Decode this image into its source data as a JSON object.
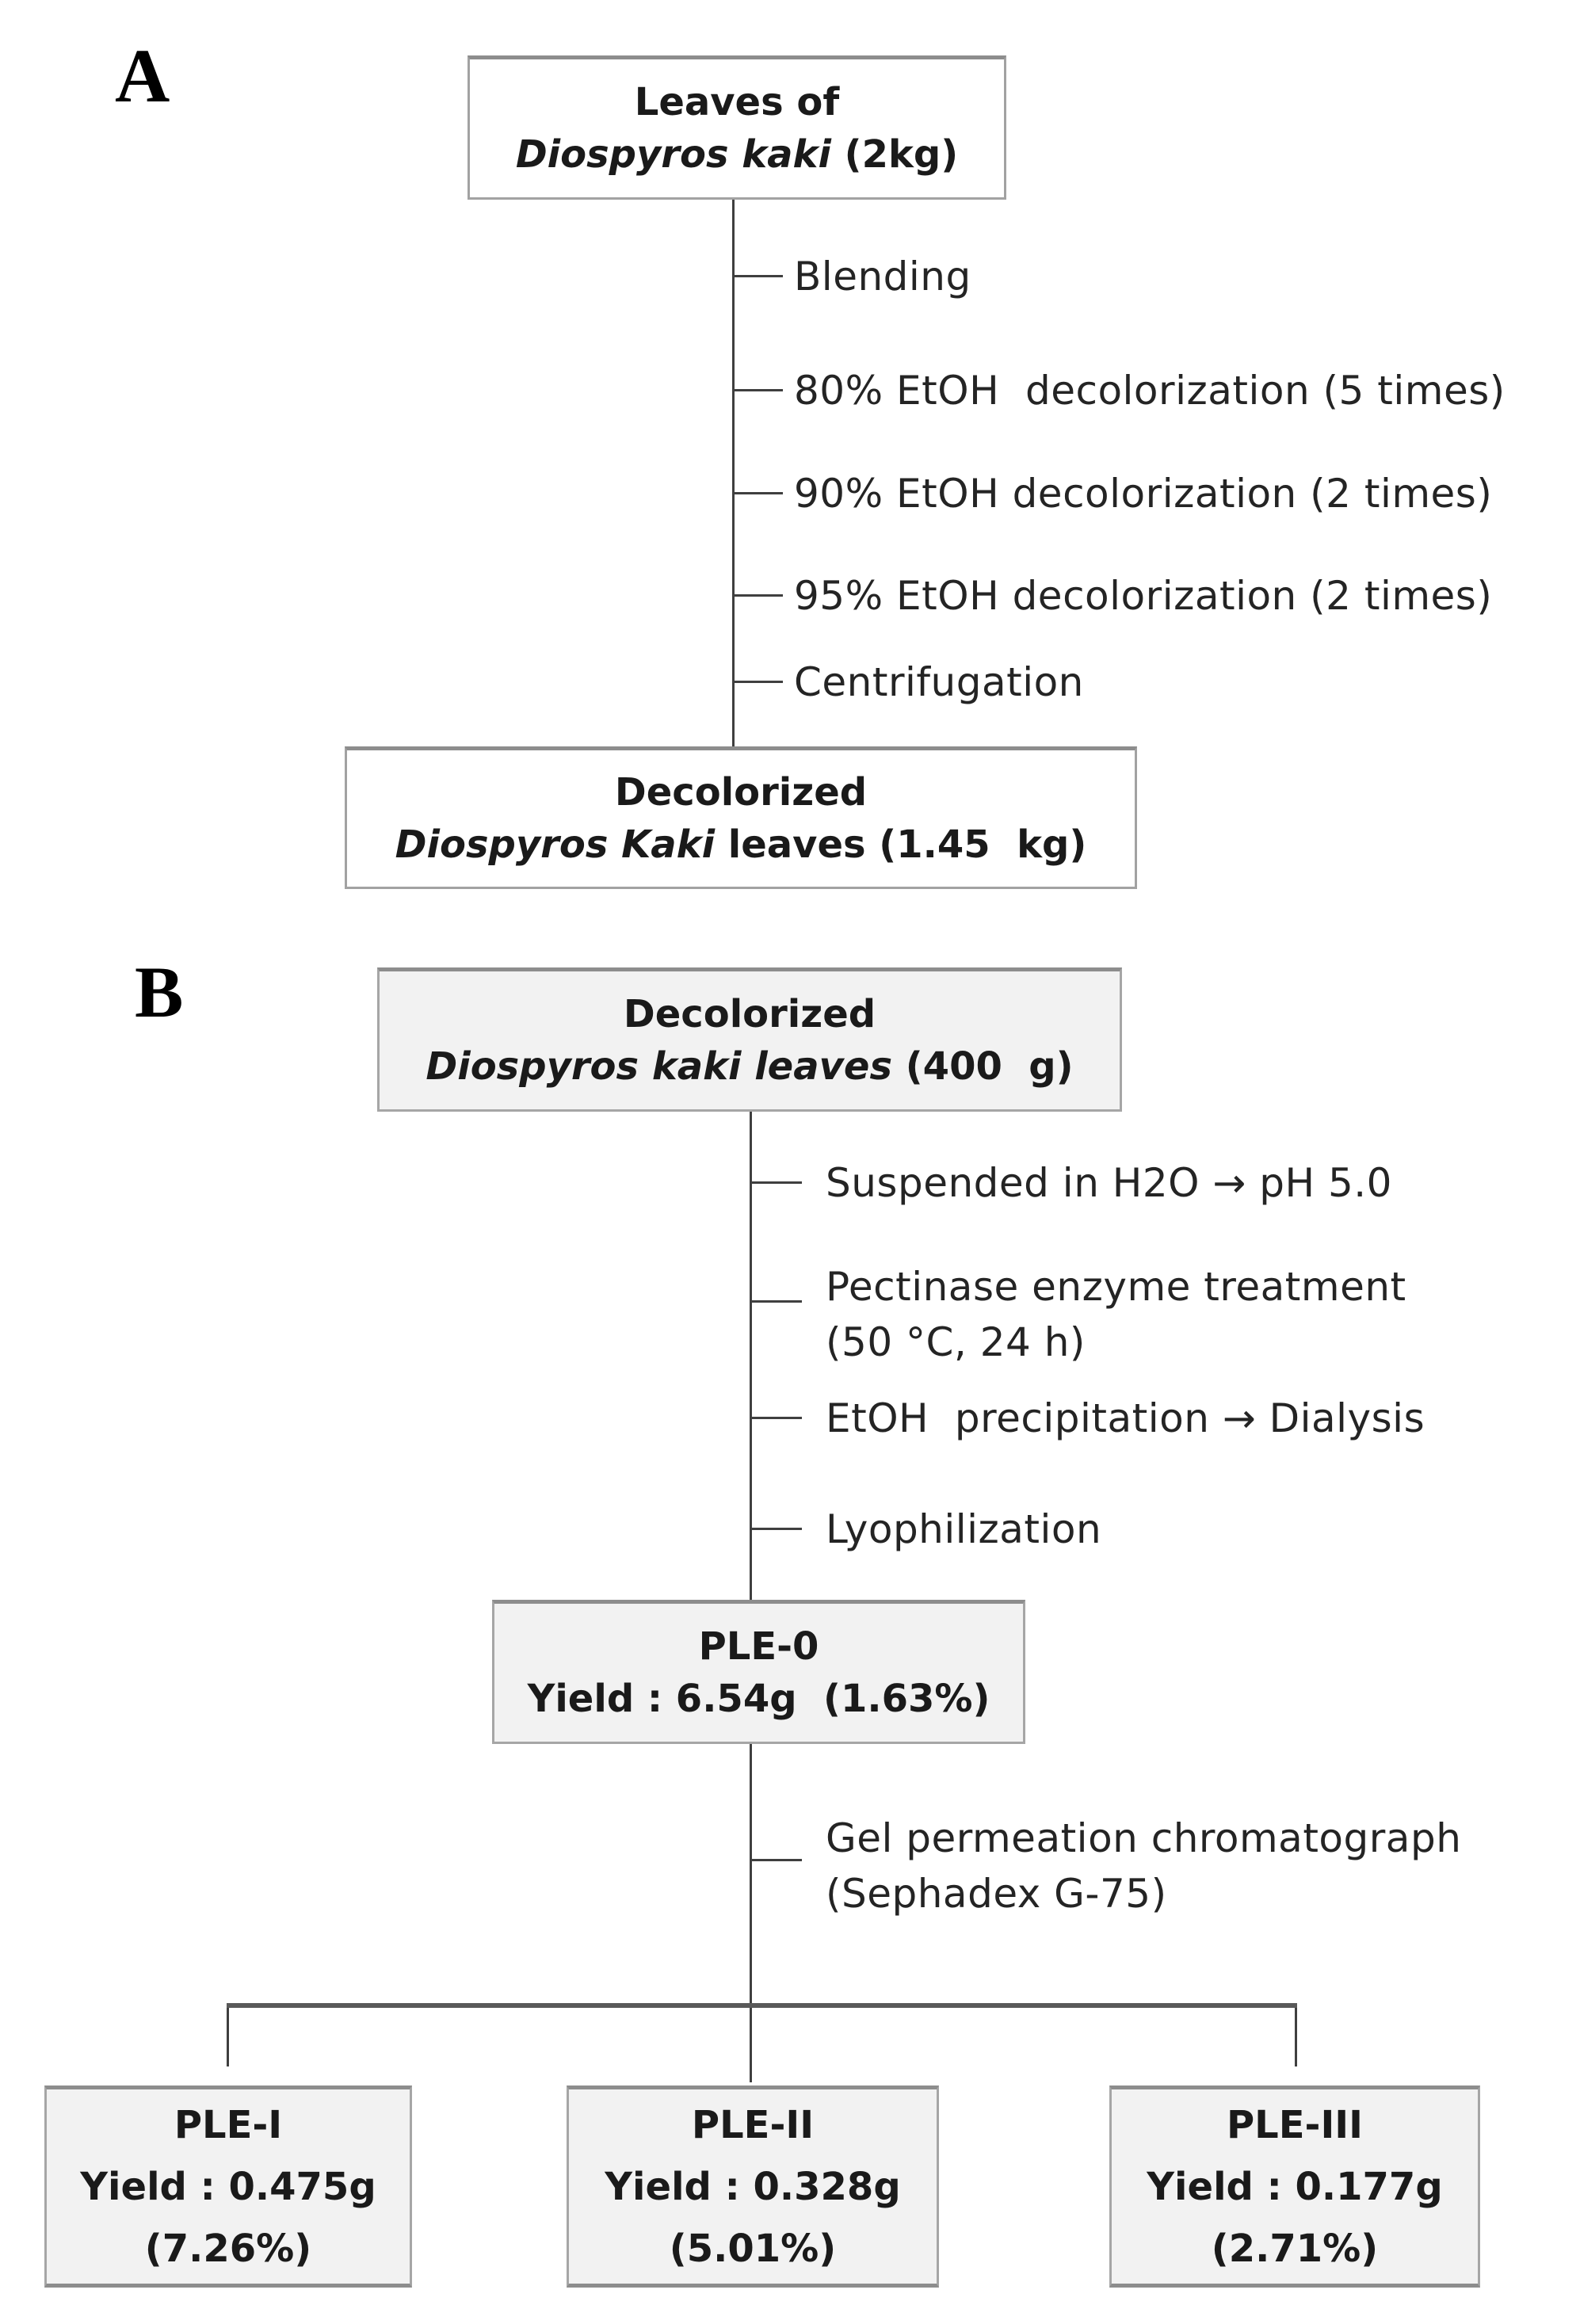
{
  "colors": {
    "background": "#ffffff",
    "box_fill_gray": "#f2f2f2",
    "box_border": "#a2a2a2",
    "line": "#3f3f3f",
    "branch_line": "#595959",
    "text": "#1a1a1a"
  },
  "panels": {
    "a": {
      "label": "A",
      "source_box": {
        "line1": "Leaves of",
        "line2_italic": "Diospyros kaki",
        "line2_rest": " (2kg)"
      },
      "steps": [
        {
          "label": "Blending"
        },
        {
          "label": "80% EtOH  decolorization (5 times)"
        },
        {
          "label": "90% EtOH decolorization (2 times)"
        },
        {
          "label": "95% EtOH decolorization (2 times)"
        },
        {
          "label": "Centrifugation"
        }
      ],
      "result_box": {
        "line1": "Decolorized",
        "line2_italic": "Diospyros Kaki",
        "line2_rest": " leaves (1.45  kg)"
      }
    },
    "b": {
      "label": "B",
      "source_box": {
        "line1": "Decolorized",
        "line2_italic": "Diospyros kaki leaves",
        "line2_rest": " (400  g)"
      },
      "steps": [
        {
          "label": "Suspended in H2O → pH 5.0"
        },
        {
          "label": "Pectinase enzyme treatment\n(50 °C, 24 h)"
        },
        {
          "label": "EtOH  precipitation → Dialysis"
        },
        {
          "label": "Lyophilization"
        }
      ],
      "ple0_box": {
        "line1": "PLE-0",
        "line2": "Yield : 6.54g  (1.63%)"
      },
      "gpc_step": {
        "label": "Gel permeation chromatograph\n(Sephadex G-75)"
      },
      "fractions": [
        {
          "line1": "PLE-I",
          "line2": "Yield : 0.475g",
          "line3": "(7.26%)"
        },
        {
          "line1": "PLE-II",
          "line2": "Yield : 0.328g",
          "line3": "(5.01%)"
        },
        {
          "line1": "PLE-III",
          "line2": "Yield : 0.177g",
          "line3": "(2.71%)"
        }
      ]
    }
  }
}
